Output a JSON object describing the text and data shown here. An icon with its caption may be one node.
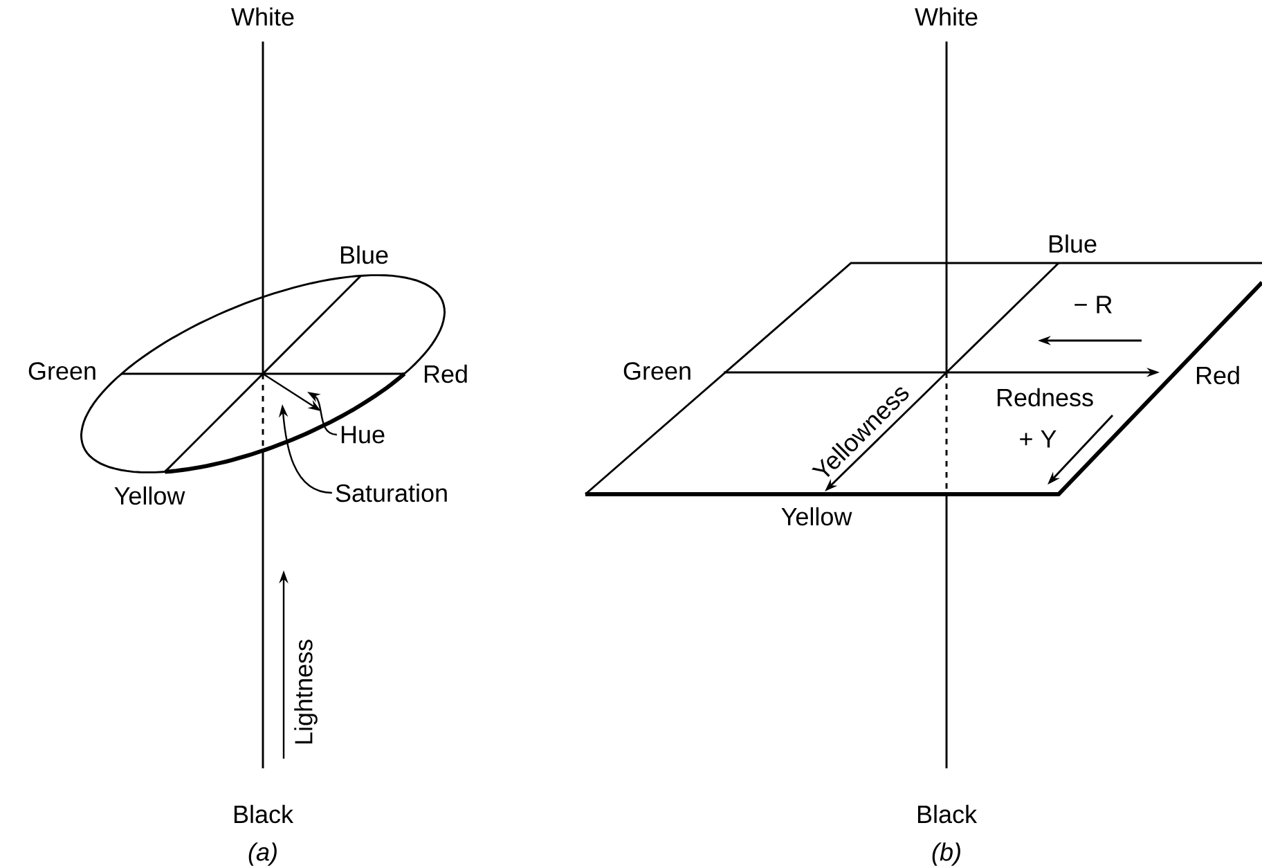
{
  "diagram": {
    "nodes": [
      {
        "text": [
          "Hue"
        ]
      },
      {
        "text": [
          "Saturation"
        ]
      }
    ],
    "edges": [
      {
        "from": 0,
        "to": null,
        "arrow": "to"
      },
      {
        "from": 1,
        "to": null,
        "arrow": "to"
      }
    ],
    "labels": [
      "White",
      "Blue",
      "Green",
      "Red",
      "Yellow",
      "Lightness",
      "Black",
      "(a)",
      "White",
      "Blue",
      "− R",
      "Green",
      "Red",
      "Yellowness",
      "Redness",
      "+ Y",
      "Yellow",
      "Black",
      "(b)"
    ]
  }
}
